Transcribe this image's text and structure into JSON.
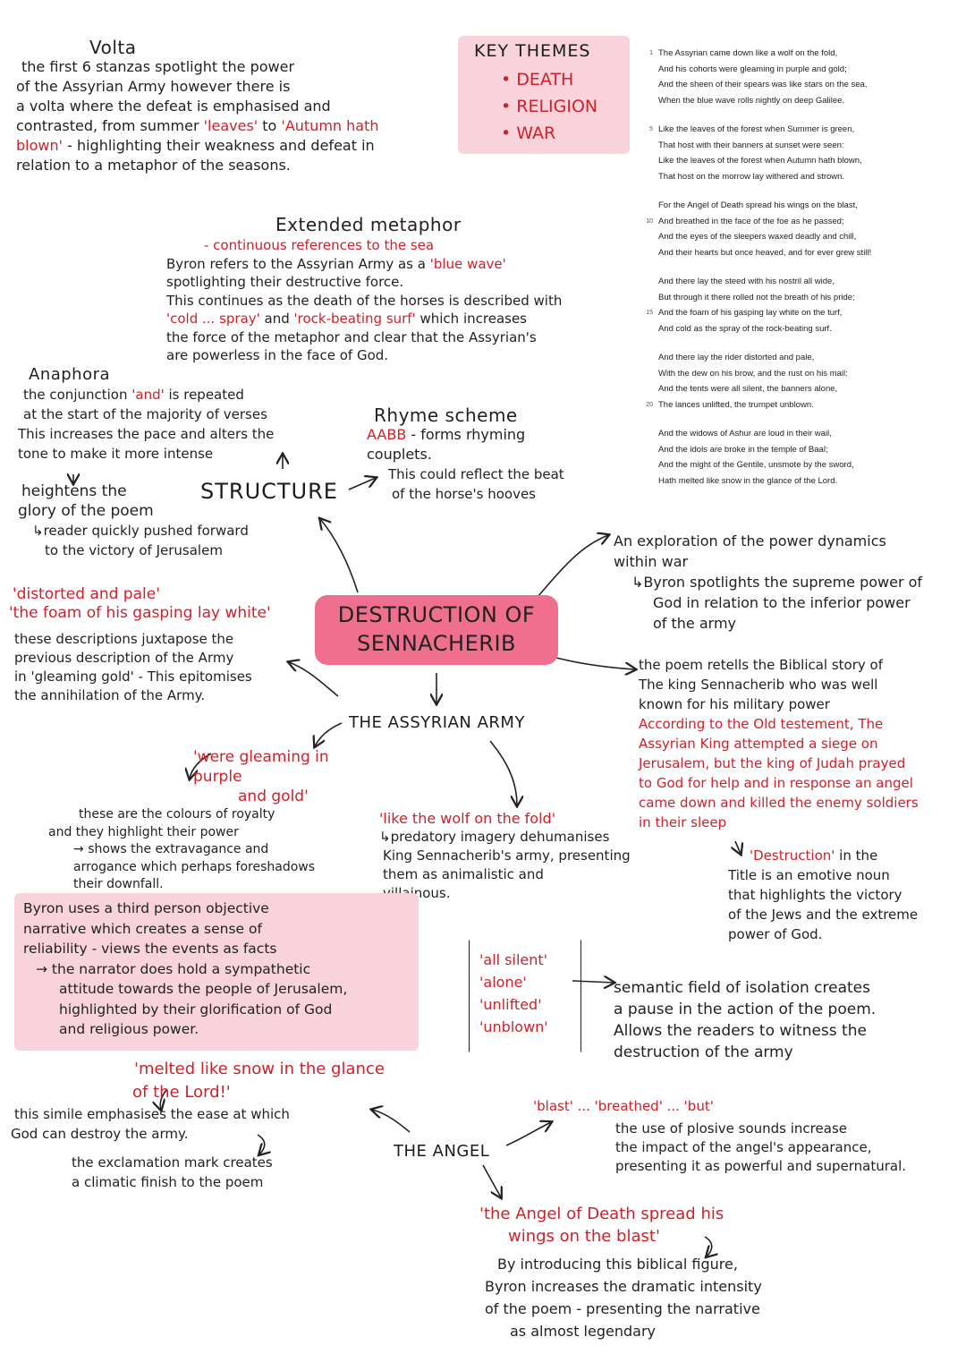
{
  "center": {
    "title_line1": "DESTRUCTION OF",
    "title_line2": "SENNACHERIB"
  },
  "volta": {
    "heading": "Volta",
    "lines": [
      "the first 6 stanzas spotlight the power",
      "of the Assyrian Army however there is",
      "a volta where the defeat is emphasised and",
      "contrasted, from summer ",
      "'leaves'",
      " to ",
      "'Autumn hath",
      "blown'",
      " - highlighting their weakness and defeat in",
      "relation to a metaphor of the seasons."
    ]
  },
  "key_themes": {
    "heading": "KEY THEMES",
    "items": [
      "• DEATH",
      "• RELIGION",
      "• WAR"
    ]
  },
  "poem": {
    "stanzas": [
      {
        "lines": [
          {
            "num": "1",
            "text": "The Assyrian came down like a wolf on the fold,"
          },
          {
            "num": "",
            "text": "And his cohorts were gleaming in purple and gold;"
          },
          {
            "num": "",
            "text": "And the sheen of their spears was like stars on the sea,"
          },
          {
            "num": "",
            "text": "When the blue wave rolls nightly on deep Galilee."
          }
        ]
      },
      {
        "lines": [
          {
            "num": "5",
            "text": "Like the leaves of the forest when Summer is green,"
          },
          {
            "num": "",
            "text": "That host with their banners at sunset were seen:"
          },
          {
            "num": "",
            "text": "Like the leaves of the forest when Autumn hath blown,"
          },
          {
            "num": "",
            "text": "That host on the morrow lay withered and strown."
          }
        ]
      },
      {
        "lines": [
          {
            "num": "",
            "text": "For the Angel of Death spread his wings on the blast,"
          },
          {
            "num": "10",
            "text": "And breathed in the face of the foe as he passed;"
          },
          {
            "num": "",
            "text": "And the eyes of the sleepers waxed deadly and chill,"
          },
          {
            "num": "",
            "text": "And their hearts but once heaved, and for ever grew still!"
          }
        ]
      },
      {
        "lines": [
          {
            "num": "",
            "text": "And there lay the steed with his nostril all wide,"
          },
          {
            "num": "",
            "text": "But through it there rolled not the breath of his pride;"
          },
          {
            "num": "15",
            "text": "And the foam of his gasping lay white on the turf,"
          },
          {
            "num": "",
            "text": "And cold as the spray of the rock-beating surf."
          }
        ]
      },
      {
        "lines": [
          {
            "num": "",
            "text": "And there lay the rider distorted and pale,"
          },
          {
            "num": "",
            "text": "With the dew on his brow, and the rust on his mail:"
          },
          {
            "num": "",
            "text": "And the tents were all silent, the banners alone,"
          },
          {
            "num": "20",
            "text": "The lances unlifted, the trumpet unblown."
          }
        ]
      },
      {
        "lines": [
          {
            "num": "",
            "text": "And the widows of Ashur are loud in their wail,"
          },
          {
            "num": "",
            "text": "And the idols are broke in the temple of Baal;"
          },
          {
            "num": "",
            "text": "And the might of the Gentile, unsmote by the sword,"
          },
          {
            "num": "",
            "text": "Hath melted like snow in the glance of the Lord."
          }
        ]
      }
    ]
  },
  "extended_metaphor": {
    "heading": "Extended metaphor",
    "sub": "- continuous references to the sea",
    "l1a": "Byron refers to the Assyrian Army as a ",
    "l1b": "'blue wave'",
    "l2": "spotlighting their destructive force.",
    "l3": "This continues as the death of the horses is described with",
    "l4a": "'cold ... spray'",
    "l4b": " and ",
    "l4c": "'rock-beating surf'",
    "l4d": " which increases",
    "l5": "the force of the metaphor and clear that the Assyrian's",
    "l6": "are powerless in the face of God."
  },
  "anaphora": {
    "heading": "Anaphora",
    "l1a": "the conjunction ",
    "l1b": "'and'",
    "l1c": " is repeated",
    "l2": "at the start of the majority of verses",
    "l3": "This increases the pace and alters the",
    "l4": "tone to make it more intense",
    "l5": "heightens the",
    "l6": "glory of the poem",
    "l7": "reader quickly pushed forward",
    "l8": "to the victory of Jerusalem"
  },
  "structure": {
    "label": "STRUCTURE"
  },
  "rhyme": {
    "heading": "Rhyme scheme",
    "l1a": "AABB",
    "l1b": " - forms rhyming",
    "l2": "couplets.",
    "l3": "This could reflect the beat",
    "l4": "of the horse's hooves"
  },
  "distorted": {
    "q1": "'distorted and pale'",
    "q2": "'the foam of his gasping lay white'",
    "l1": "these descriptions juxtapose the",
    "l2": "previous description of the Army",
    "l3": "in 'gleaming gold' - This epitomises",
    "l4": "the annihilation of the Army."
  },
  "power": {
    "l1": "An exploration of the power dynamics",
    "l2": "within war",
    "l3": "Byron spotlights the supreme power of",
    "l4": "God in relation to the inferior power",
    "l5": "of the army"
  },
  "biblical": {
    "l1": "the poem retells the Biblical story of",
    "l2": "The king Sennacherib who was well",
    "l3": "known for his military power",
    "r1": "According to the Old testement, The",
    "r2": "Assyrian King attempted a siege on",
    "r3": "Jerusalem, but the king of Judah prayed",
    "r4": "to God for help and in response an angel",
    "r5": "came down and killed the enemy soldiers",
    "r6": "in their sleep",
    "d1a": "'Destruction'",
    "d1b": " in the",
    "d2": "Title is an emotive noun",
    "d3": "that highlights the victory",
    "d4": "of the Jews and the extreme",
    "d5": "power of God."
  },
  "assyrian": {
    "label": "THE ASSYRIAN ARMY"
  },
  "gleaming": {
    "q1": "'were gleaming in purple",
    "q2": "and gold'",
    "l1": "these are the colours of royalty",
    "l2": "and they highlight their power",
    "l3": "shows the extravagance and",
    "l4": "arrogance which perhaps foreshadows",
    "l5": "their downfall."
  },
  "wolf": {
    "q": "'like the wolf on the fold'",
    "l1": "predatory imagery dehumanises",
    "l2": "King Sennacherib's army, presenting",
    "l3": "them as animalistic and",
    "l4": "villainous."
  },
  "narrative": {
    "l1": "Byron uses a third person objective",
    "l2": "narrative which creates a sense of",
    "l3": "reliability - views the events as facts",
    "l4": "the narrator does hold a sympathetic",
    "l5": "attitude towards the people of Jerusalem,",
    "l6": "highlighted by their glorification of God",
    "l7": "and religious power."
  },
  "isolation": {
    "q": [
      "'all silent'",
      "'alone'",
      "'unlifted'",
      "'unblown'"
    ],
    "l1": "semantic field of isolation creates",
    "l2": "a pause in the action of the poem.",
    "l3": "Allows the readers to witness the",
    "l4": "destruction of the army"
  },
  "melted": {
    "q1": "'melted like snow in the glance",
    "q2": "of the Lord!'",
    "l1": "this simile emphasises the ease at which",
    "l2": "God can destroy the army.",
    "l3": "the exclamation mark creates",
    "l4": "a climatic finish to the poem"
  },
  "angel": {
    "label": "THE ANGEL"
  },
  "plosive": {
    "q": "'blast' ... 'breathed' ... 'but'",
    "l1": "the use of plosive sounds increase",
    "l2": "the impact of the angel's appearance,",
    "l3": "presenting it as powerful and supernatural."
  },
  "angel_quote": {
    "q1": "'the Angel of Death spread his",
    "q2": "wings on the blast'",
    "l1": "By introducing this biblical figure,",
    "l2": "Byron increases the dramatic intensity",
    "l3": "of the poem - presenting the narrative",
    "l4": "as almost legendary"
  }
}
